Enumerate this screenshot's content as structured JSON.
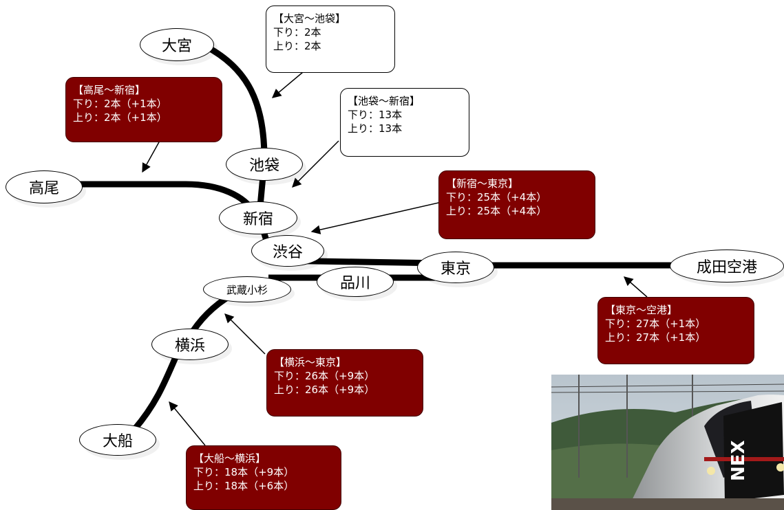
{
  "colors": {
    "accent_box": "#800000",
    "line": "#000000",
    "box_white": "#ffffff"
  },
  "stations": {
    "omiya": "大宮",
    "ikebukuro": "池袋",
    "takao": "高尾",
    "shinjuku": "新宿",
    "shibuya": "渋谷",
    "tokyo": "東京",
    "narita": "成田空港",
    "shinagawa": "品川",
    "musashikosugi": "武蔵小杉",
    "yokohama": "横浜",
    "ofuna": "大船"
  },
  "callouts": {
    "omiya_ikebukuro": {
      "title": "【大宮～池袋】",
      "down": "下り：2本",
      "up": "上り：2本"
    },
    "takao_shinjuku": {
      "title": "【高尾～新宿】",
      "down": "下り：2本（+1本）",
      "up": "上り：2本（+1本）"
    },
    "ikebukuro_shinjuku": {
      "title": "【池袋～新宿】",
      "down": "下り：13本",
      "up": "上り：13本"
    },
    "shinjuku_tokyo": {
      "title": "【新宿～東京】",
      "down": "下り：25本（+4本）",
      "up": "上り：25本（+4本）"
    },
    "tokyo_airport": {
      "title": "【東京～空港】",
      "down": "下り：27本（+1本）",
      "up": "上り：27本（+1本）"
    },
    "yokohama_tokyo": {
      "title": "【横浜～東京】",
      "down": "下り：26本（+9本）",
      "up": "上り：26本（+9本）"
    },
    "ofuna_yokohama": {
      "title": "【大船～横浜】",
      "down": "下り：18本（+9本）",
      "up": "上り：18本（+6本）"
    }
  },
  "photo": {
    "logo_text": "NEX"
  }
}
